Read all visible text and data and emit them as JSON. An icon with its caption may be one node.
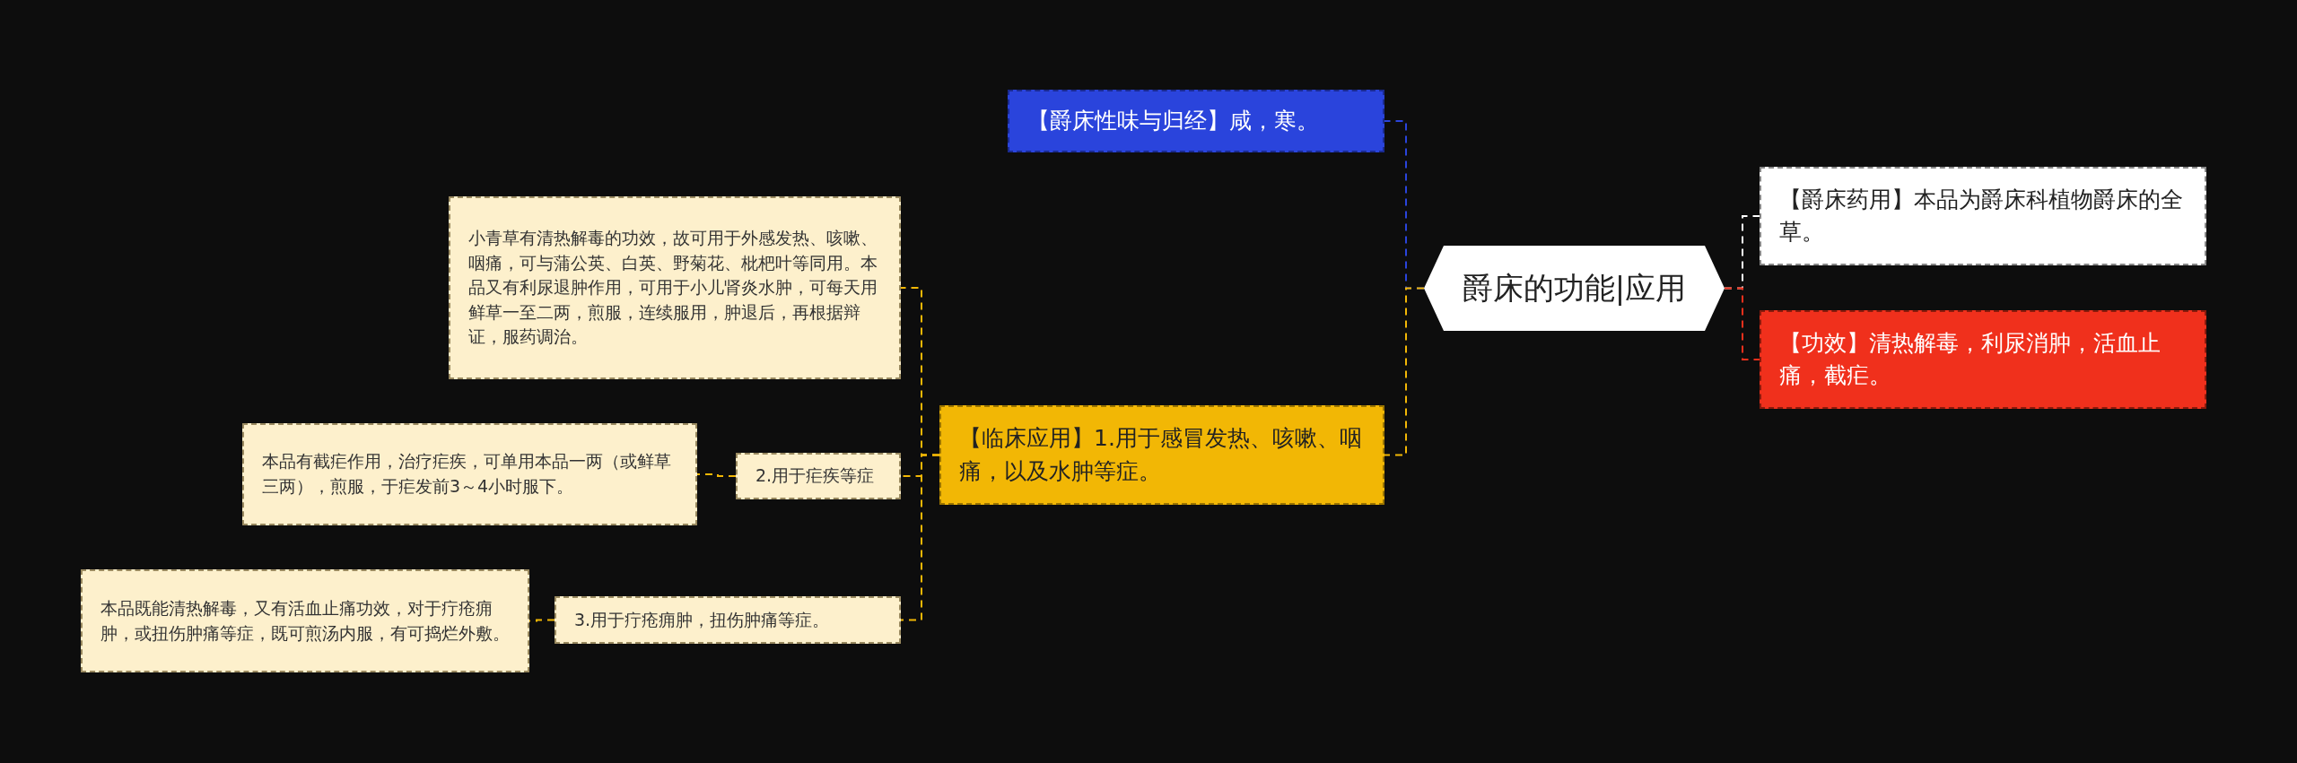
{
  "diagram": {
    "nodes": [
      {
        "text": [
          "爵床的功能|应用"
        ]
      },
      {
        "text": [
          "【爵床性味与归经】咸，寒。"
        ]
      },
      {
        "text": [
          "【临床应用】1.用于感冒发热、咳嗽、咽痛，以及水肿等症。"
        ]
      },
      {
        "text": [
          "【爵床药用】本品为爵床科植物爵床的全草。"
        ]
      },
      {
        "text": [
          "【功效】清热解毒，利尿消肿，活血止痛，截疟。"
        ]
      },
      {
        "text": [
          "小青草有清热解毒的功效，故可用于外感发热、咳嗽、咽痛，可与蒲公英、白英、野菊花、枇杷叶等同用。本品又有利尿退肿作用，可用于小儿肾炎水肿，可每天用鲜草一至二两，煎服，连续服用，肿退后，再根据辩证，服药调治。"
        ]
      },
      {
        "text": [
          "2.用于疟疾等症"
        ]
      },
      {
        "text": [
          "本品有截疟作用，治疗疟疾，可单用本品一两（或鲜草三两），煎服，于疟发前3～4小时服下。"
        ]
      },
      {
        "text": [
          "3.用于疔疮痈肿，扭伤肿痛等症。"
        ]
      },
      {
        "text": [
          "本品既能清热解毒，又有活血止痛功效，对于疔疮痈肿，或扭伤肿痛等症，既可煎汤内服，有可捣烂外敷。"
        ]
      }
    ],
    "edges": [
      {
        "from": 0,
        "to": 1,
        "arrow": "none",
        "color": "#2a44dc"
      },
      {
        "from": 0,
        "to": 2,
        "arrow": "none"
      },
      {
        "from": 0,
        "to": 3,
        "arrow": "none",
        "color": "#ffffff"
      },
      {
        "from": 0,
        "to": 4,
        "arrow": "none",
        "color": "#f0301c"
      },
      {
        "from": 2,
        "to": 5,
        "arrow": "none"
      },
      {
        "from": 2,
        "to": 6,
        "arrow": "none"
      },
      {
        "from": 6,
        "to": 7,
        "arrow": "none"
      },
      {
        "from": 2,
        "to": 8,
        "arrow": "none"
      },
      {
        "from": 8,
        "to": 9,
        "arrow": "none"
      }
    ]
  }
}
